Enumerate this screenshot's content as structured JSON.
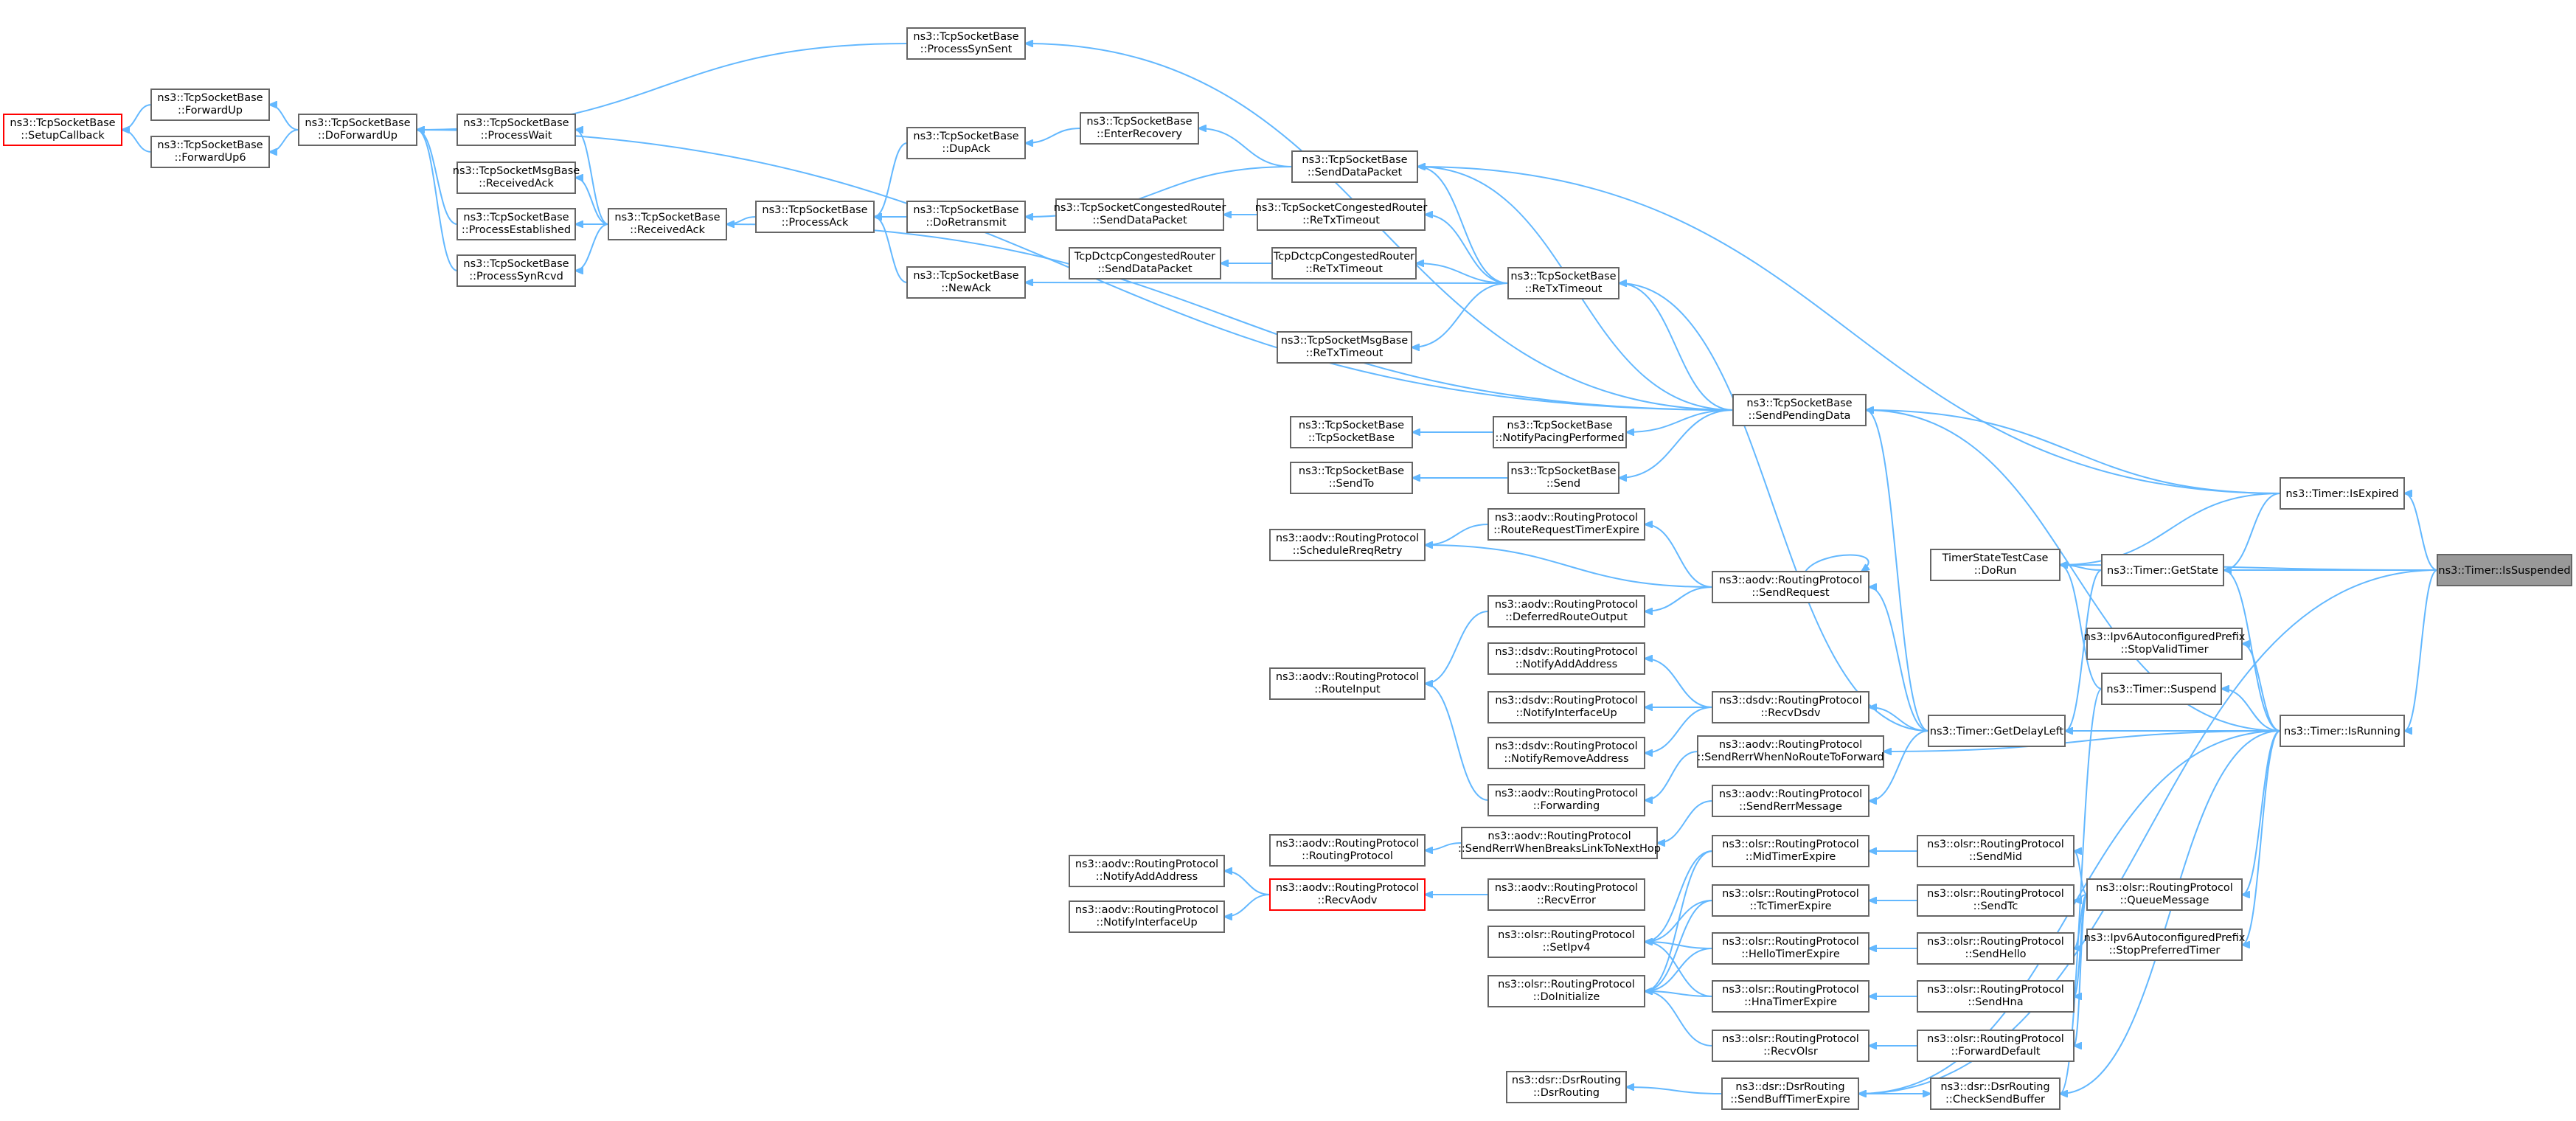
{
  "nodes": [
    {
      "id": "setupcb",
      "l1": "ns3::TcpSocketBase",
      "l2": "::SetupCallback",
      "style": "red"
    },
    {
      "id": "fwdup",
      "l1": "ns3::TcpSocketBase",
      "l2": "::ForwardUp"
    },
    {
      "id": "fwdup6",
      "l1": "ns3::TcpSocketBase",
      "l2": "::ForwardUp6"
    },
    {
      "id": "dofwdup",
      "l1": "ns3::TcpSocketBase",
      "l2": "::DoForwardUp"
    },
    {
      "id": "procwait",
      "l1": "ns3::TcpSocketBase",
      "l2": "::ProcessWait"
    },
    {
      "id": "msgrcvack",
      "l1": "ns3::TcpSocketMsgBase",
      "l2": "::ReceivedAck"
    },
    {
      "id": "procest",
      "l1": "ns3::TcpSocketBase",
      "l2": "::ProcessEstablished"
    },
    {
      "id": "procsynrcvd",
      "l1": "ns3::TcpSocketBase",
      "l2": "::ProcessSynRcvd"
    },
    {
      "id": "rcvack",
      "l1": "ns3::TcpSocketBase",
      "l2": "::ReceivedAck"
    },
    {
      "id": "procack",
      "l1": "ns3::TcpSocketBase",
      "l2": "::ProcessAck"
    },
    {
      "id": "procsynsent",
      "l1": "ns3::TcpSocketBase",
      "l2": "::ProcessSynSent"
    },
    {
      "id": "dupack",
      "l1": "ns3::TcpSocketBase",
      "l2": "::DupAck"
    },
    {
      "id": "doretx",
      "l1": "ns3::TcpSocketBase",
      "l2": "::DoRetransmit"
    },
    {
      "id": "newack",
      "l1": "ns3::TcpSocketBase",
      "l2": "::NewAck"
    },
    {
      "id": "enterrec",
      "l1": "ns3::TcpSocketBase",
      "l2": "::EnterRecovery"
    },
    {
      "id": "congsdp",
      "l1": "ns3::TcpSocketCongestedRouter",
      "l2": "::SendDataPacket"
    },
    {
      "id": "congretx",
      "l1": "ns3::TcpSocketCongestedRouter",
      "l2": "::ReTxTimeout"
    },
    {
      "id": "dctcpsdp",
      "l1": "TcpDctcpCongestedRouter",
      "l2": "::SendDataPacket"
    },
    {
      "id": "dctcpretx",
      "l1": "TcpDctcpCongestedRouter",
      "l2": "::ReTxTimeout"
    },
    {
      "id": "msgretx",
      "l1": "ns3::TcpSocketMsgBase",
      "l2": "::ReTxTimeout"
    },
    {
      "id": "senddata",
      "l1": "ns3::TcpSocketBase",
      "l2": "::SendDataPacket"
    },
    {
      "id": "retx",
      "l1": "ns3::TcpSocketBase",
      "l2": "::ReTxTimeout"
    },
    {
      "id": "tsbctor",
      "l1": "ns3::TcpSocketBase",
      "l2": "::TcpSocketBase"
    },
    {
      "id": "sendto",
      "l1": "ns3::TcpSocketBase",
      "l2": "::SendTo"
    },
    {
      "id": "pacing",
      "l1": "ns3::TcpSocketBase",
      "l2": "::NotifyPacingPerformed"
    },
    {
      "id": "send",
      "l1": "ns3::TcpSocketBase",
      "l2": "::Send"
    },
    {
      "id": "sendpending",
      "l1": "ns3::TcpSocketBase",
      "l2": "::SendPendingData"
    },
    {
      "id": "schedrreq",
      "l1": "ns3::aodv::RoutingProtocol",
      "l2": "::ScheduleRreqRetry"
    },
    {
      "id": "rreqexp",
      "l1": "ns3::aodv::RoutingProtocol",
      "l2": "::RouteRequestTimerExpire"
    },
    {
      "id": "deferred",
      "l1": "ns3::aodv::RoutingProtocol",
      "l2": "::DeferredRouteOutput"
    },
    {
      "id": "routeinput",
      "l1": "ns3::aodv::RoutingProtocol",
      "l2": "::RouteInput"
    },
    {
      "id": "sendreq",
      "l1": "ns3::aodv::RoutingProtocol",
      "l2": "::SendRequest"
    },
    {
      "id": "dsdvadd",
      "l1": "ns3::dsdv::RoutingProtocol",
      "l2": "::NotifyAddAddress"
    },
    {
      "id": "dsdvup",
      "l1": "ns3::dsdv::RoutingProtocol",
      "l2": "::NotifyInterfaceUp"
    },
    {
      "id": "dsdvrem",
      "l1": "ns3::dsdv::RoutingProtocol",
      "l2": "::NotifyRemoveAddress"
    },
    {
      "id": "recvdsdv",
      "l1": "ns3::dsdv::RoutingProtocol",
      "l2": "::RecvDsdv"
    },
    {
      "id": "forwarding",
      "l1": "ns3::aodv::RoutingProtocol",
      "l2": "::Forwarding"
    },
    {
      "id": "rerrnoroute",
      "l1": "ns3::aodv::RoutingProtocol",
      "l2": "::SendRerrWhenNoRouteToForward"
    },
    {
      "id": "sendrerr",
      "l1": "ns3::aodv::RoutingProtocol",
      "l2": "::SendRerrMessage"
    },
    {
      "id": "aodvctor",
      "l1": "ns3::aodv::RoutingProtocol",
      "l2": "::RoutingProtocol"
    },
    {
      "id": "rerrbreaks",
      "l1": "ns3::aodv::RoutingProtocol",
      "l2": "::SendRerrWhenBreaksLinkToNextHop"
    },
    {
      "id": "aodvadd",
      "l1": "ns3::aodv::RoutingProtocol",
      "l2": "::NotifyAddAddress"
    },
    {
      "id": "aodvup",
      "l1": "ns3::aodv::RoutingProtocol",
      "l2": "::NotifyInterfaceUp"
    },
    {
      "id": "recvaodv",
      "l1": "ns3::aodv::RoutingProtocol",
      "l2": "::RecvAodv",
      "style": "red"
    },
    {
      "id": "recverror",
      "l1": "ns3::aodv::RoutingProtocol",
      "l2": "::RecvError"
    },
    {
      "id": "setipv4",
      "l1": "ns3::olsr::RoutingProtocol",
      "l2": "::SetIpv4"
    },
    {
      "id": "doinit",
      "l1": "ns3::olsr::RoutingProtocol",
      "l2": "::DoInitialize"
    },
    {
      "id": "midexp",
      "l1": "ns3::olsr::RoutingProtocol",
      "l2": "::MidTimerExpire"
    },
    {
      "id": "tcexp",
      "l1": "ns3::olsr::RoutingProtocol",
      "l2": "::TcTimerExpire"
    },
    {
      "id": "helloexp",
      "l1": "ns3::olsr::RoutingProtocol",
      "l2": "::HelloTimerExpire"
    },
    {
      "id": "hnaexp",
      "l1": "ns3::olsr::RoutingProtocol",
      "l2": "::HnaTimerExpire"
    },
    {
      "id": "recvolsr",
      "l1": "ns3::olsr::RoutingProtocol",
      "l2": "::RecvOlsr"
    },
    {
      "id": "dsrctor",
      "l1": "ns3::dsr::DsrRouting",
      "l2": "::DsrRouting"
    },
    {
      "id": "sendbuff",
      "l1": "ns3::dsr::DsrRouting",
      "l2": "::SendBuffTimerExpire"
    },
    {
      "id": "sendmid",
      "l1": "ns3::olsr::RoutingProtocol",
      "l2": "::SendMid"
    },
    {
      "id": "sendtc",
      "l1": "ns3::olsr::RoutingProtocol",
      "l2": "::SendTc"
    },
    {
      "id": "sendhello",
      "l1": "ns3::olsr::RoutingProtocol",
      "l2": "::SendHello"
    },
    {
      "id": "sendhna",
      "l1": "ns3::olsr::RoutingProtocol",
      "l2": "::SendHna"
    },
    {
      "id": "fwddefault",
      "l1": "ns3::olsr::RoutingProtocol",
      "l2": "::ForwardDefault"
    },
    {
      "id": "checkbuf",
      "l1": "ns3::dsr::DsrRouting",
      "l2": "::CheckSendBuffer"
    },
    {
      "id": "testrun",
      "l1": "TimerStateTestCase",
      "l2": "::DoRun"
    },
    {
      "id": "getdelay",
      "l1": "ns3::Timer::GetDelayLeft",
      "l2": ""
    },
    {
      "id": "suspend",
      "l1": "ns3::Timer::Suspend",
      "l2": ""
    },
    {
      "id": "getstate",
      "l1": "ns3::Timer::GetState",
      "l2": ""
    },
    {
      "id": "stopvalid",
      "l1": "ns3::Ipv6AutoconfiguredPrefix",
      "l2": "::StopValidTimer"
    },
    {
      "id": "queuemsg",
      "l1": "ns3::olsr::RoutingProtocol",
      "l2": "::QueueMessage"
    },
    {
      "id": "stoppref",
      "l1": "ns3::Ipv6AutoconfiguredPrefix",
      "l2": "::StopPreferredTimer"
    },
    {
      "id": "isexpired",
      "l1": "ns3::Timer::IsExpired",
      "l2": ""
    },
    {
      "id": "isrunning",
      "l1": "ns3::Timer::IsRunning",
      "l2": ""
    },
    {
      "id": "issuspended",
      "l1": "ns3::Timer::IsSuspended",
      "l2": "",
      "style": "focus"
    }
  ],
  "edges": [
    [
      "fwdup",
      "setupcb"
    ],
    [
      "fwdup6",
      "setupcb"
    ],
    [
      "dofwdup",
      "fwdup"
    ],
    [
      "dofwdup",
      "fwdup6"
    ],
    [
      "procwait",
      "dofwdup"
    ],
    [
      "procest",
      "dofwdup"
    ],
    [
      "procsynrcvd",
      "dofwdup"
    ],
    [
      "procsynsent",
      "dofwdup"
    ],
    [
      "sendpending",
      "dofwdup"
    ],
    [
      "rcvack",
      "procwait"
    ],
    [
      "rcvack",
      "msgrcvack"
    ],
    [
      "rcvack",
      "procest"
    ],
    [
      "rcvack",
      "procsynrcvd"
    ],
    [
      "procack",
      "rcvack"
    ],
    [
      "sendpending",
      "rcvack"
    ],
    [
      "dupack",
      "procack"
    ],
    [
      "doretx",
      "procack"
    ],
    [
      "newack",
      "procack"
    ],
    [
      "enterrec",
      "dupack"
    ],
    [
      "senddata",
      "enterrec"
    ],
    [
      "senddata",
      "doretx"
    ],
    [
      "retx",
      "newack"
    ],
    [
      "retx",
      "congretx"
    ],
    [
      "congretx",
      "congsdp"
    ],
    [
      "retx",
      "dctcpretx"
    ],
    [
      "dctcpretx",
      "dctcpsdp"
    ],
    [
      "retx",
      "msgretx"
    ],
    [
      "retx",
      "senddata"
    ],
    [
      "sendpending",
      "senddata"
    ],
    [
      "sendpending",
      "retx"
    ],
    [
      "sendpending",
      "procsynsent"
    ],
    [
      "sendpending",
      "pacing"
    ],
    [
      "sendpending",
      "send"
    ],
    [
      "pacing",
      "tsbctor"
    ],
    [
      "send",
      "sendto"
    ],
    [
      "sendreq",
      "sendreq"
    ],
    [
      "sendreq",
      "rreqexp"
    ],
    [
      "rreqexp",
      "schedrreq"
    ],
    [
      "sendreq",
      "schedrreq"
    ],
    [
      "sendreq",
      "deferred"
    ],
    [
      "deferred",
      "routeinput"
    ],
    [
      "forwarding",
      "routeinput"
    ],
    [
      "recvdsdv",
      "dsdvadd"
    ],
    [
      "recvdsdv",
      "dsdvup"
    ],
    [
      "recvdsdv",
      "dsdvrem"
    ],
    [
      "rerrnoroute",
      "forwarding"
    ],
    [
      "sendrerr",
      "rerrbreaks"
    ],
    [
      "rerrbreaks",
      "aodvctor"
    ],
    [
      "recvaodv",
      "aodvadd"
    ],
    [
      "recvaodv",
      "aodvup"
    ],
    [
      "recverror",
      "recvaodv"
    ],
    [
      "midexp",
      "setipv4"
    ],
    [
      "midexp",
      "doinit"
    ],
    [
      "tcexp",
      "setipv4"
    ],
    [
      "tcexp",
      "doinit"
    ],
    [
      "helloexp",
      "setipv4"
    ],
    [
      "helloexp",
      "doinit"
    ],
    [
      "hnaexp",
      "setipv4"
    ],
    [
      "hnaexp",
      "doinit"
    ],
    [
      "recvolsr",
      "doinit"
    ],
    [
      "sendmid",
      "midexp"
    ],
    [
      "sendtc",
      "tcexp"
    ],
    [
      "sendhello",
      "helloexp"
    ],
    [
      "sendhna",
      "hnaexp"
    ],
    [
      "fwddefault",
      "recvolsr"
    ],
    [
      "sendbuff",
      "dsrctor"
    ],
    [
      "checkbuf",
      "sendbuff"
    ],
    [
      "sendbuff",
      "checkbuf"
    ],
    [
      "queuemsg",
      "sendmid"
    ],
    [
      "queuemsg",
      "sendtc"
    ],
    [
      "queuemsg",
      "sendhello"
    ],
    [
      "queuemsg",
      "sendhna"
    ],
    [
      "queuemsg",
      "fwddefault"
    ],
    [
      "getdelay",
      "sendpending"
    ],
    [
      "getdelay",
      "sendreq"
    ],
    [
      "getdelay",
      "recvdsdv"
    ],
    [
      "getdelay",
      "sendrerr"
    ],
    [
      "getdelay",
      "retx"
    ],
    [
      "getstate",
      "testrun"
    ],
    [
      "getstate",
      "getdelay"
    ],
    [
      "suspend",
      "testrun"
    ],
    [
      "suspend",
      "checkbuf"
    ],
    [
      "isexpired",
      "sendpending"
    ],
    [
      "isexpired",
      "testrun"
    ],
    [
      "isexpired",
      "getstate"
    ],
    [
      "isexpired",
      "senddata"
    ],
    [
      "isrunning",
      "getstate"
    ],
    [
      "isrunning",
      "suspend"
    ],
    [
      "isrunning",
      "stopvalid"
    ],
    [
      "isrunning",
      "queuemsg"
    ],
    [
      "isrunning",
      "stoppref"
    ],
    [
      "isrunning",
      "rerrnoroute"
    ],
    [
      "isrunning",
      "sendpending"
    ],
    [
      "isrunning",
      "sendbuff"
    ],
    [
      "isrunning",
      "checkbuf"
    ],
    [
      "isrunning",
      "getdelay"
    ],
    [
      "issuspended",
      "isexpired"
    ],
    [
      "issuspended",
      "isrunning"
    ],
    [
      "issuspended",
      "getstate"
    ],
    [
      "issuspended",
      "testrun"
    ],
    [
      "issuspended",
      "sendbuff"
    ]
  ]
}
